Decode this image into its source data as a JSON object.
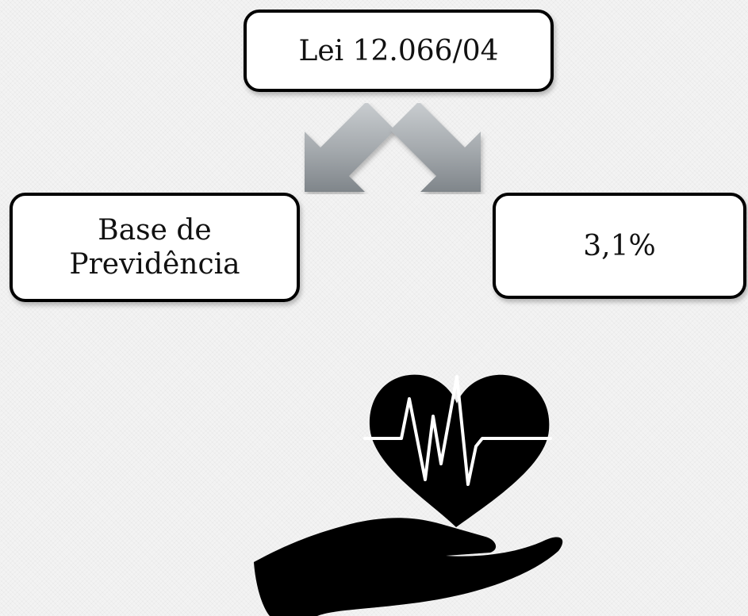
{
  "diagram": {
    "top_box": {
      "text": "Lei 12.066/04"
    },
    "left_box": {
      "line1": "Base de",
      "line2": "Previdência"
    },
    "right_box": {
      "text": "3,1%"
    },
    "arrows": {
      "left_icon": "arrow-down-left-icon",
      "right_icon": "arrow-down-right-icon",
      "color": "#9aa0a4"
    },
    "icon": {
      "name": "hand-holding-heart-heartbeat-icon",
      "color": "#000000"
    }
  }
}
